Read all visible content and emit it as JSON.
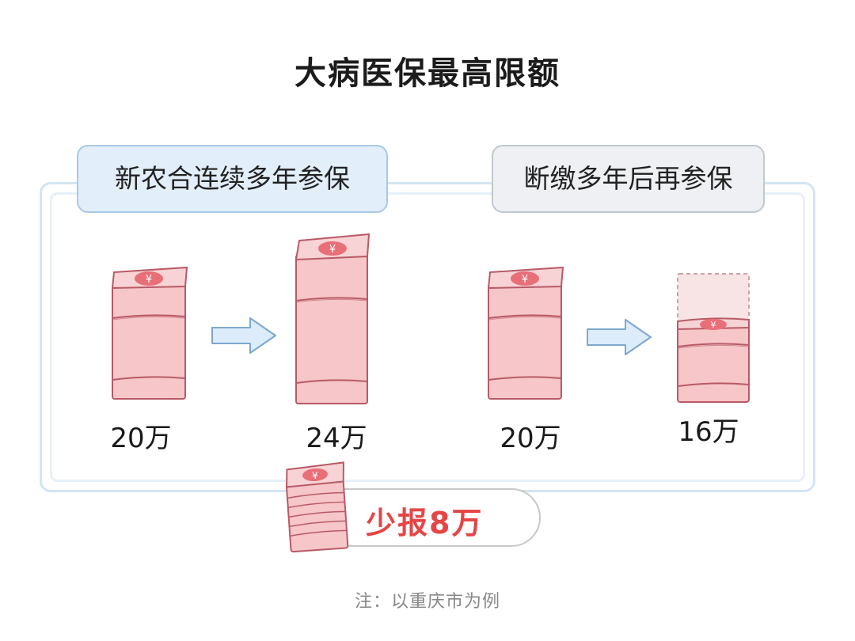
{
  "title": "大病医保最高限额",
  "groups": [
    {
      "header": "新农合连续多年参保",
      "before": "20万",
      "after": "24万"
    },
    {
      "header": "断缴多年后再参保",
      "before": "20万",
      "after": "16万"
    }
  ],
  "difference": "少报8万",
  "note": "注：以重庆市为例",
  "currency_symbol": "¥",
  "colors": {
    "money_fill": "#f6c6c8",
    "money_stroke": "#b85a66",
    "coin": "#e86f78",
    "arrow_fill": "#dcecfa",
    "arrow_stroke": "#7ea7cf",
    "highlight_red": "#e64545"
  }
}
